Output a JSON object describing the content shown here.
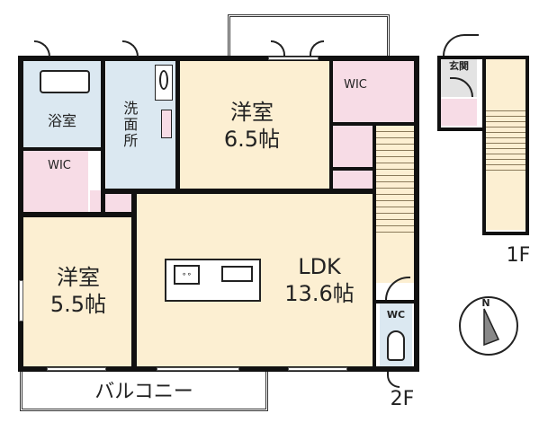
{
  "floor_plan": {
    "rooms": {
      "bathroom": {
        "label": "浴室"
      },
      "washroom": {
        "label": "洗面所"
      },
      "wic_left": {
        "label": "WIC"
      },
      "western_room_1": {
        "label": "洋室",
        "size": "6.5帖"
      },
      "wic_top": {
        "label": "WIC"
      },
      "western_room_2": {
        "label": "洋室",
        "size": "5.5帖"
      },
      "ldk": {
        "label": "LDK",
        "size": "13.6帖"
      },
      "wc": {
        "label": "WC"
      },
      "entrance": {
        "label": "玄関"
      },
      "balcony": {
        "label": "バルコニー"
      }
    },
    "floors": {
      "second": "2F",
      "first": "1F"
    },
    "compass": {
      "label": "N",
      "icon": "north-arrow-icon"
    },
    "colors": {
      "room_beige": "#fcefd2",
      "closet_pink": "#f7dce6",
      "wet_blue": "#dbe8f1",
      "entry_gray": "#e3e3e3",
      "wall": "#111111"
    }
  }
}
